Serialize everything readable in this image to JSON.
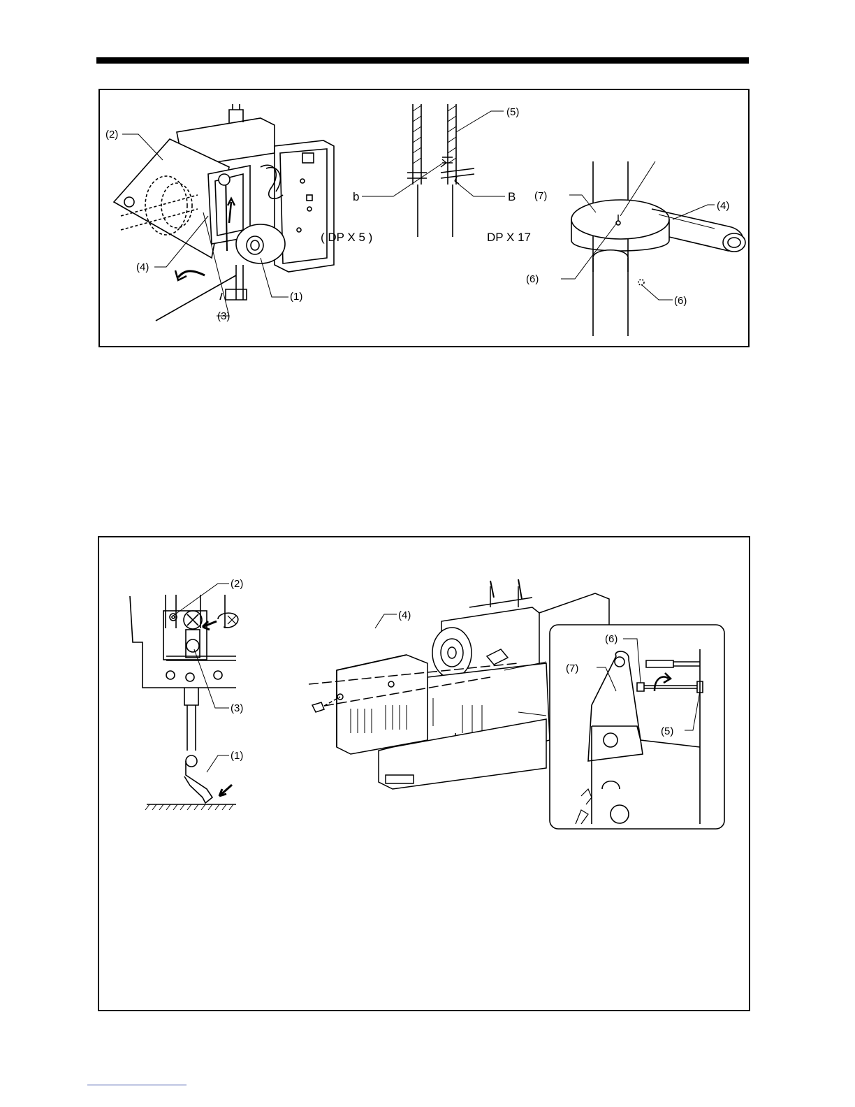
{
  "figure_top": {
    "left_panel": {
      "callouts": [
        "(2)",
        "(4)",
        "(3)",
        "(1)"
      ]
    },
    "middle_panel": {
      "callouts": [
        "(5)",
        "b",
        "B"
      ],
      "needle_types": [
        "( DP X 5 )",
        "DP X 17"
      ]
    },
    "right_panel": {
      "callouts": [
        "(7)",
        "(4)",
        "(6)",
        "(6)"
      ]
    }
  },
  "figure_bottom": {
    "left_panel": {
      "callouts": [
        "(2)",
        "(3)",
        "(1)"
      ]
    },
    "middle_panel": {
      "callouts": [
        "(4)"
      ]
    },
    "right_panel": {
      "callouts": [
        "(6)",
        "(7)",
        "(5)"
      ]
    }
  },
  "colors": {
    "ink": "#000000",
    "paper": "#ffffff",
    "footnote_rule": "#3a4ea8"
  }
}
